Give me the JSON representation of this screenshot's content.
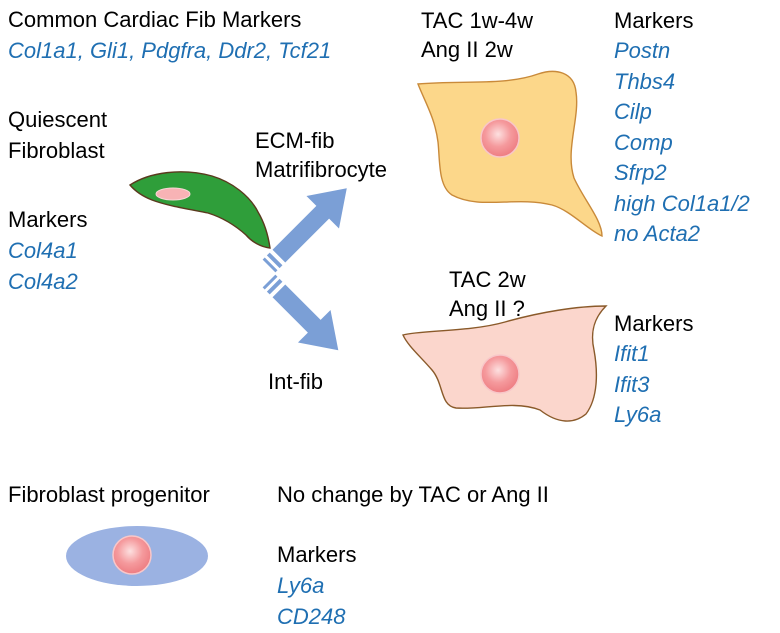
{
  "common": {
    "title": "Common Cardiac Fib Markers",
    "markers": "Col1a1, Gli1, Pdgfra, Ddr2, Tcf21"
  },
  "quiescent": {
    "title_line1": "Quiescent",
    "title_line2": "Fibroblast",
    "markers_label": "Markers",
    "markers": [
      "Col4a1",
      "Col4a2"
    ]
  },
  "ecm_fib": {
    "title_line1": "ECM-fib",
    "title_line2": "Matrifibrocyte"
  },
  "int_fib": {
    "title": "Int-fib"
  },
  "tac_top": {
    "line1": "TAC 1w-4w",
    "line2": "Ang II 2w",
    "markers_label": "Markers",
    "markers": [
      "Postn",
      "Thbs4",
      "Cilp",
      "Comp",
      "Sfrp2",
      "high Col1a1/2",
      "no Acta2"
    ]
  },
  "tac_bottom": {
    "line1": "TAC 2w",
    "line2": "Ang II ?",
    "markers_label": "Markers",
    "markers": [
      "Ifit1",
      "Ifit3",
      "Ly6a"
    ]
  },
  "progenitor": {
    "title": "Fibroblast progenitor",
    "note": "No change by TAC or Ang II",
    "markers_label": "Markers",
    "markers": [
      "Ly6a",
      "CD248"
    ]
  },
  "colors": {
    "marker_text": "#1f6fb2",
    "quiescent_cell": "#2f9e3a",
    "ecm_cell": "#fcd78a",
    "int_cell": "#fbd6cc",
    "progenitor_cell": "#9bb2e2",
    "arrow": "#7b9fd6",
    "nucleus": "#f28a8e"
  }
}
